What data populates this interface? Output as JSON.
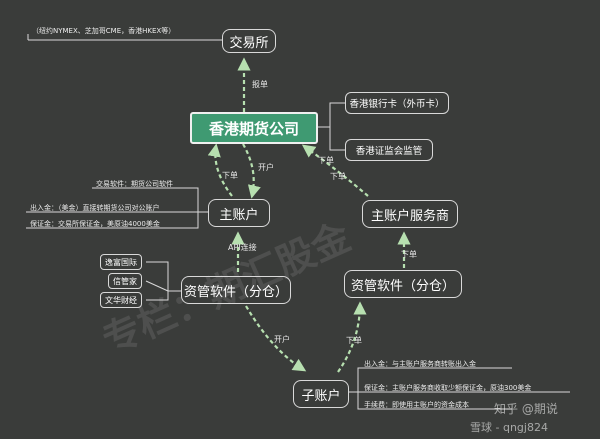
{
  "nodes": {
    "center": "香港期货公司",
    "exchange": "交易所",
    "bank_card": "香港银行卡（外币卡）",
    "sfc": "香港证监会监管",
    "main_account": "主账户",
    "main_provider": "主账户服务商",
    "software_left": "资管软件（分仓）",
    "software_right": "资管软件（分仓）",
    "sub_account": "子账户",
    "yixin": "逸富国际",
    "xinzhijia": "信管家",
    "wenhua": "文华财经"
  },
  "leaves": {
    "exchange_note": "（纽约NYMEX、芝加哥CME，香港HKEX等）",
    "main_1": "交易软件：期货公司软件",
    "main_2": "出入金：（美金）直接转期货公司对公账户",
    "main_3": "保证金：交易所保证金，美原油4000美金",
    "sub_1": "出入金：与主账户服务商转账出入金",
    "sub_2": "保证金：主账户服务商收取少额保证金，原油300美金",
    "sub_3": "手续费：即使用主账户的资金成本"
  },
  "labels": {
    "report": "报单",
    "open1": "开户",
    "order1": "下单",
    "order2": "下单",
    "order3": "下单",
    "api": "API连接",
    "open2": "开户",
    "order4": "下单"
  },
  "watermark": {
    "w1": "专栏：期汇股金"
  },
  "footer": {
    "brand": "雪球 - qngj824",
    "handle": "知乎 @期说"
  },
  "colors": {
    "background": "#3a3c3a",
    "center_fill": "#3f9a72",
    "arrow": "#b7e0b0",
    "line": "#d9d9d9"
  }
}
